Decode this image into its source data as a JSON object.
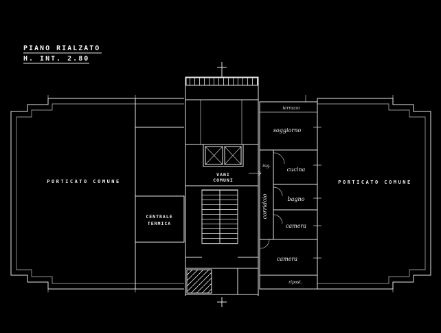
{
  "title": {
    "line1": "PIANO RIALZATO",
    "line2": "H. INT. 2.80"
  },
  "rooms": {
    "porticato_left": "PORTICATO COMUNE",
    "porticato_right": "PORTICATO COMUNE",
    "centrale_line1": "CENTRALE",
    "centrale_line2": "TERMICA",
    "vani_line1": "VANI",
    "vani_line2": "COMUNI",
    "soggiorno": "soggiorno",
    "terrazzo": "terrazzo",
    "cucina": "cucina",
    "ing": "ing.",
    "bagno": "bagno",
    "camera_1": "camera",
    "camera_2": "camera",
    "corridoio": "corridoio",
    "ripost": "ripost."
  },
  "colors": {
    "background": "#000000",
    "line": "#e8e8e8",
    "text": "#f2f2f2"
  }
}
